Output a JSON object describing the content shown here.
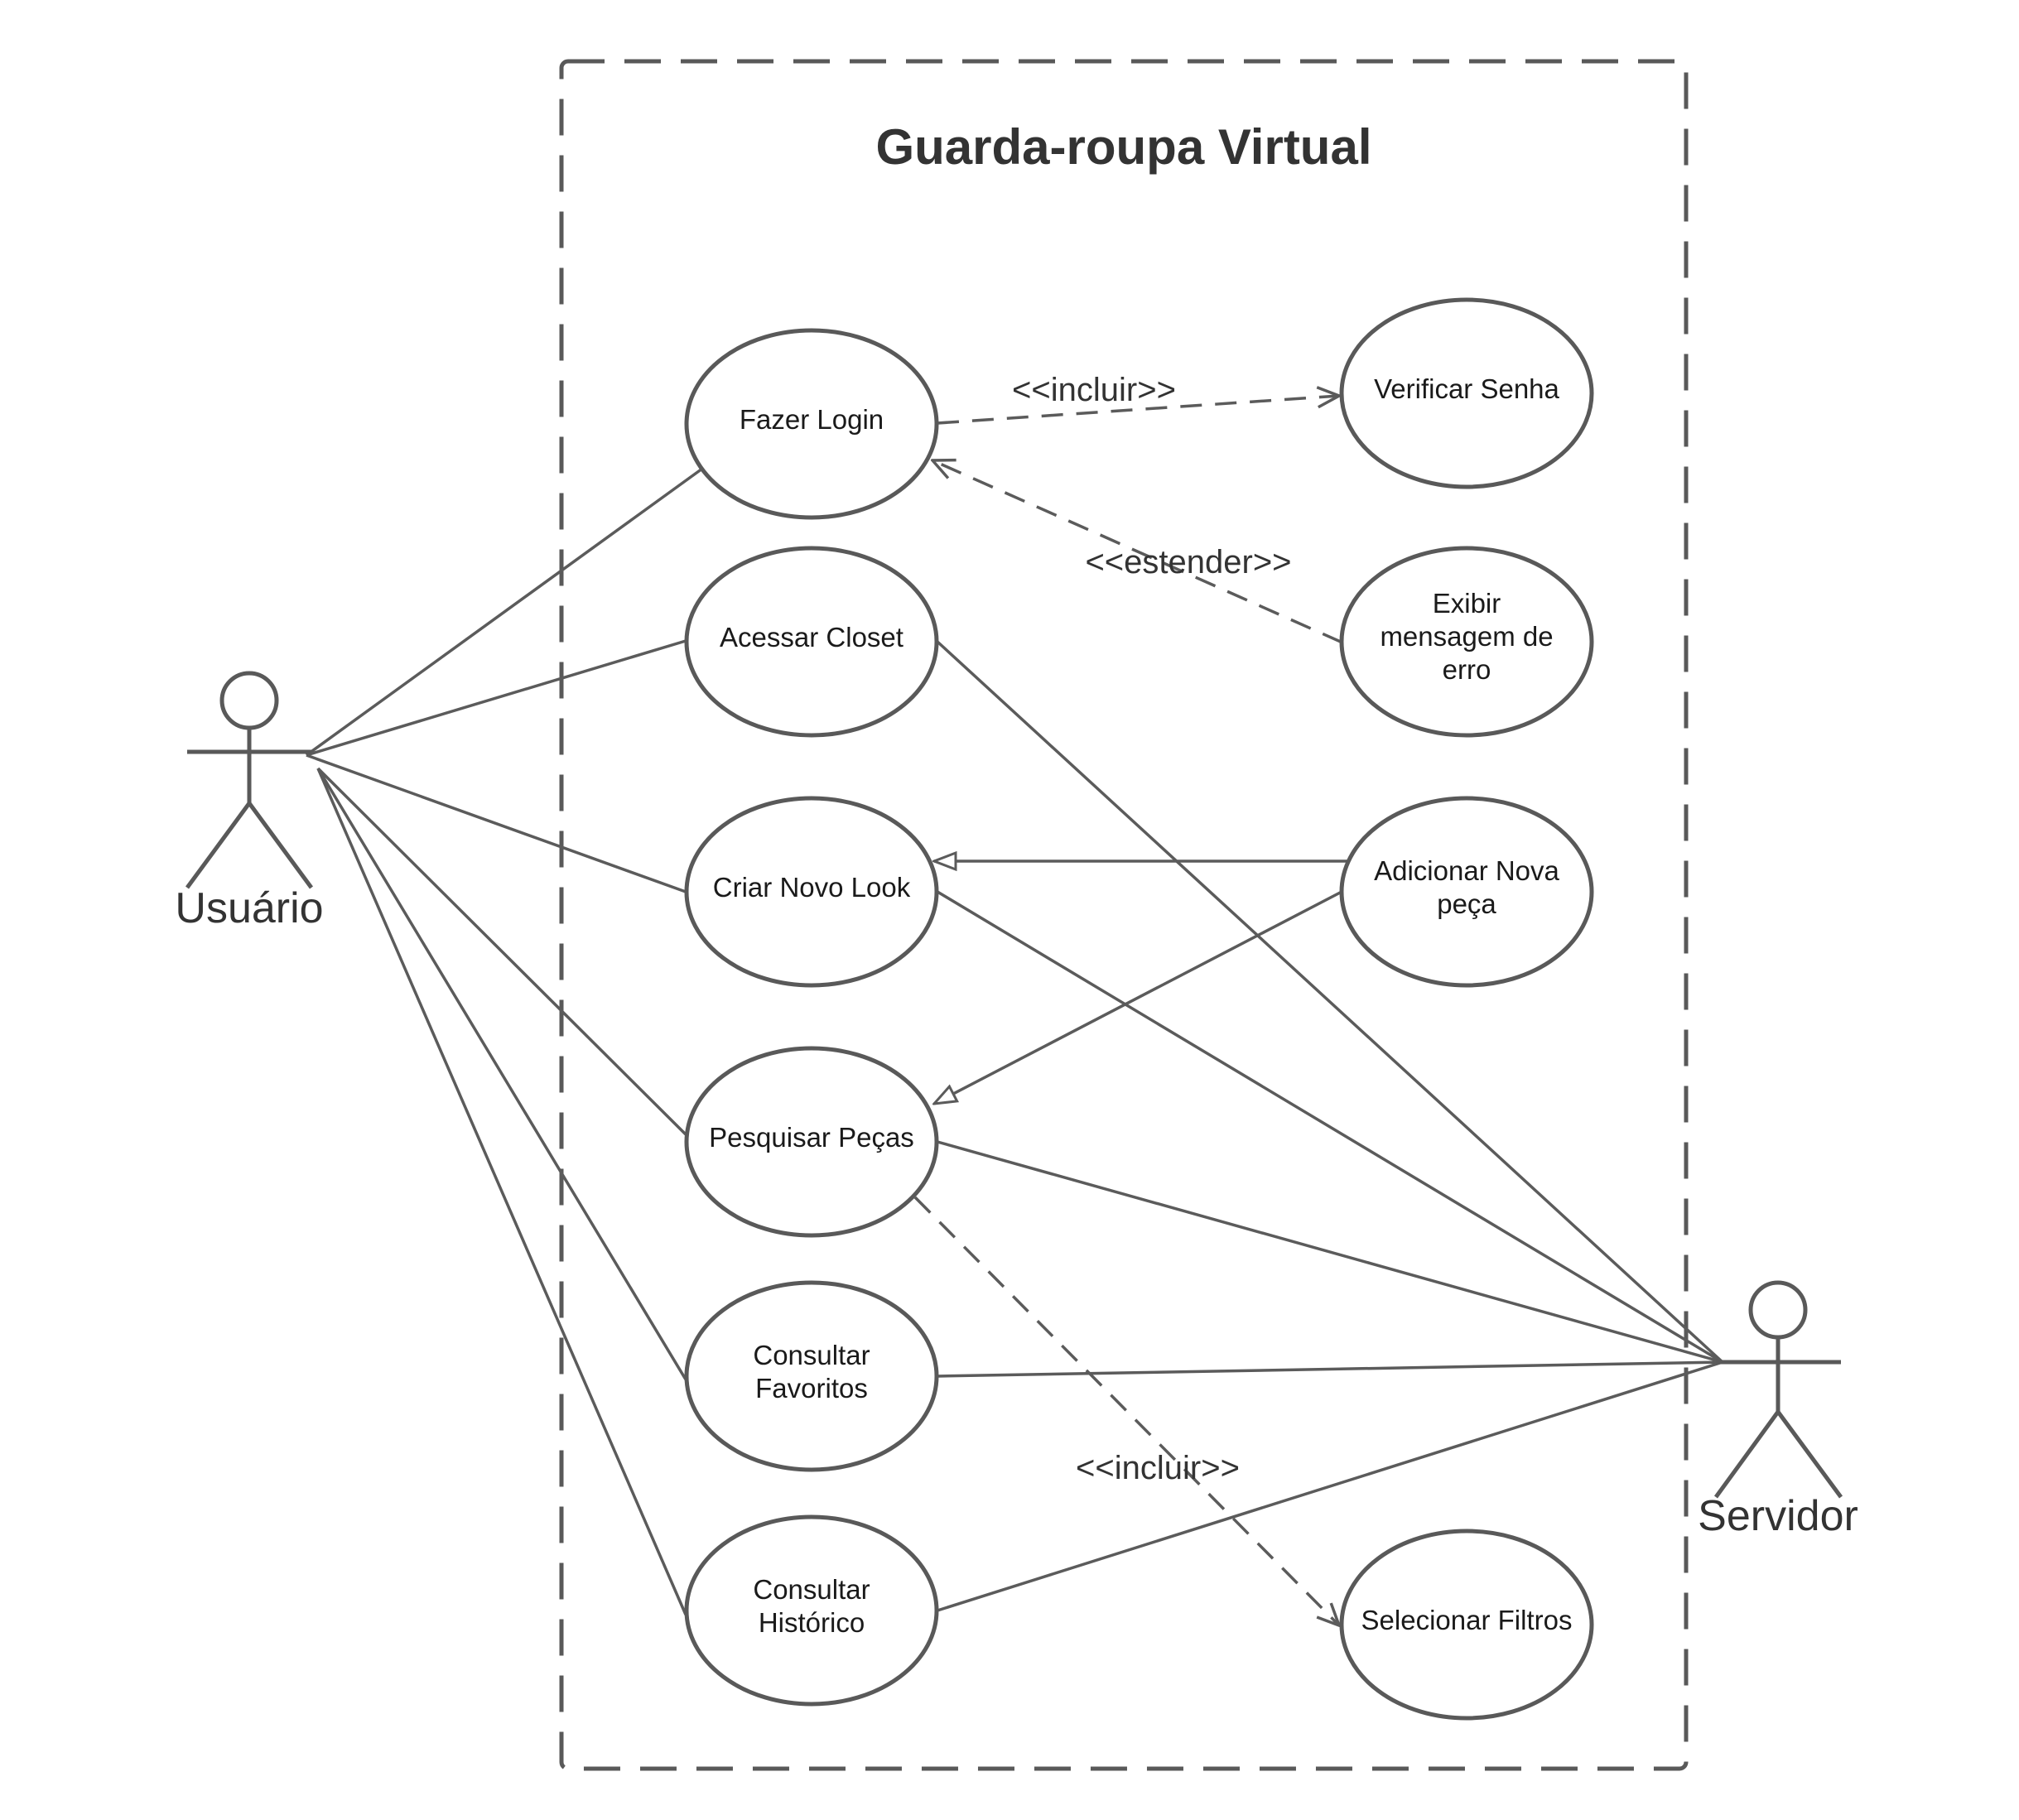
{
  "system": {
    "title": "Guarda-roupa Virtual"
  },
  "actors": {
    "user": "Usuário",
    "server": "Servidor"
  },
  "use_cases": {
    "login": [
      "Fazer Login"
    ],
    "closet": [
      "Acessar Closet"
    ],
    "look": [
      "Criar Novo Look"
    ],
    "search": [
      "Pesquisar Peças"
    ],
    "favorites": [
      "Consultar",
      "Favoritos"
    ],
    "history": [
      "Consultar",
      "Histórico"
    ],
    "password": [
      "Verificar Senha"
    ],
    "error": [
      "Exibir",
      "mensagem de",
      "erro"
    ],
    "add_piece": [
      "Adicionar Nova",
      "peça"
    ],
    "filters": [
      "Selecionar Filtros"
    ]
  },
  "relationships": {
    "include_login": "<<incluir>>",
    "extend_error": "<<estender>>",
    "include_filters": "<<incluir>>"
  }
}
